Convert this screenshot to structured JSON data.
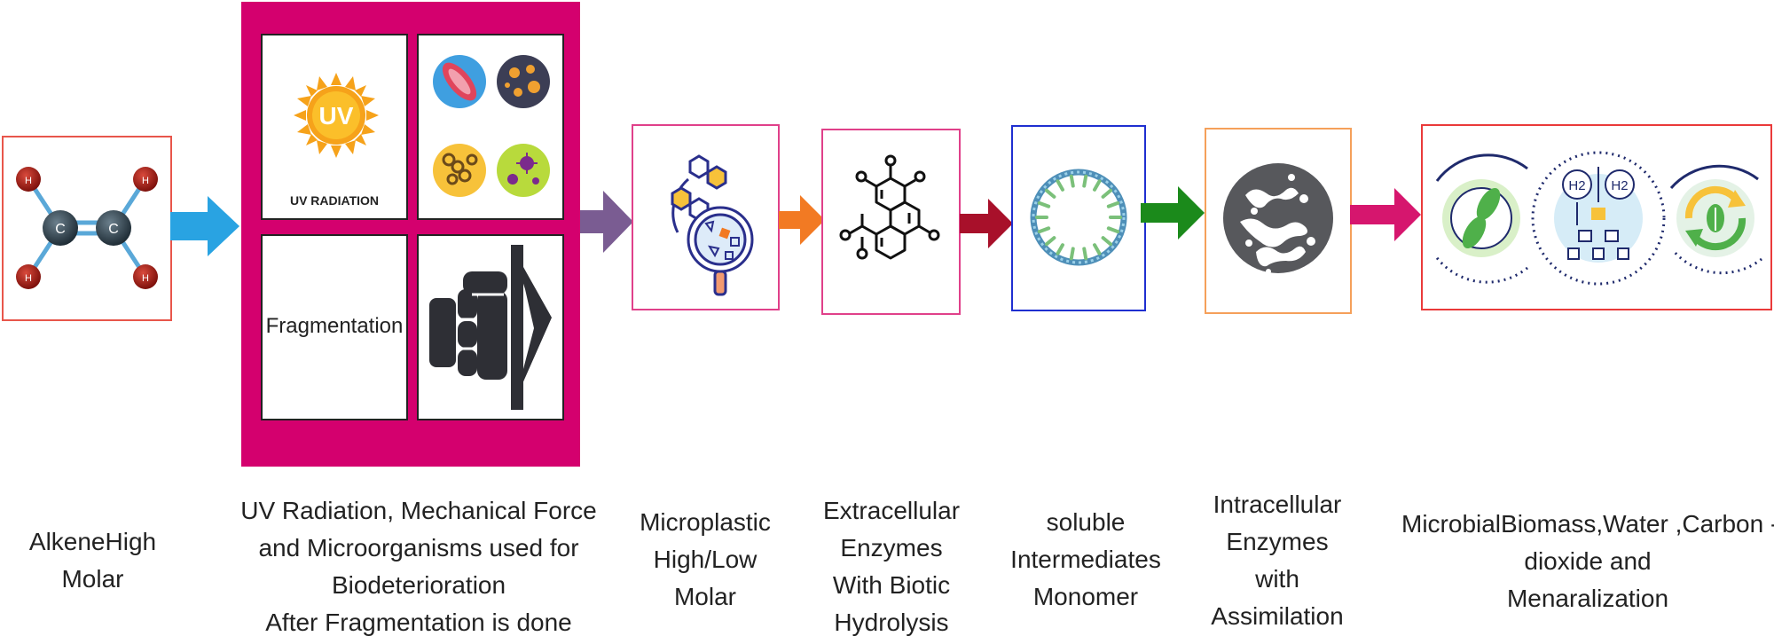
{
  "colors": {
    "magenta": "#D4006E",
    "salmon": "#E8564B",
    "pink": "#E0408A",
    "blue_frame": "#1F2FD0",
    "orange_frame": "#F5A05A",
    "red_frame": "#EA3A3A"
  },
  "steps": [
    {
      "id": "alkene",
      "icon": "ethylene-molecule-icon",
      "atom_labels": [
        "C",
        "C",
        "H",
        "H",
        "H",
        "H"
      ],
      "lines": [
        "AlkeneHigh",
        "Molar"
      ]
    },
    {
      "id": "biodeterioration",
      "cells": {
        "uv": {
          "icon": "uv-sun-icon",
          "sun_text": "UV",
          "caption": "UV RADIATION"
        },
        "microbes": {
          "icon": "microorganisms-icon"
        },
        "fragmentation": {
          "text": "Fragmentation"
        },
        "force": {
          "icon": "mechanical-force-fist-icon"
        }
      },
      "lines": [
        "UV Radiation, Mechanical Force",
        "and Microorganisms used for",
        "Biodeterioration",
        "After Fragmentation is done"
      ]
    },
    {
      "id": "microplastic",
      "icon": "microplastic-magnifier-icon",
      "lines": [
        "Microplastic",
        "High/Low",
        "Molar"
      ]
    },
    {
      "id": "extracellular",
      "icon": "chemical-structure-icon",
      "lines": [
        "Extracellular",
        "Enzymes",
        "With Biotic",
        "Hydrolysis"
      ]
    },
    {
      "id": "soluble",
      "icon": "micelle-ring-icon",
      "lines": [
        "soluble",
        "Intermediates",
        "Monomer"
      ]
    },
    {
      "id": "intracellular",
      "icon": "enzyme-network-icon",
      "lines": [
        "Intracellular",
        "Enzymes",
        "with",
        "Assimilation"
      ]
    },
    {
      "id": "final",
      "icons": [
        "microbial-biomass-icon",
        "hydrogen-flow-icon",
        "recycle-leaf-icon"
      ],
      "h2_text": "H2",
      "lines": [
        "MicrobialBiomass,Water ,Carbon -",
        "dioxide and",
        "Menaralization"
      ]
    }
  ],
  "arrows": [
    {
      "name": "arrow-1",
      "color": "#29A3E2"
    },
    {
      "name": "arrow-2",
      "color": "#7A5C92"
    },
    {
      "name": "arrow-3",
      "color": "#F27A23"
    },
    {
      "name": "arrow-4",
      "color": "#A8102A"
    },
    {
      "name": "arrow-5",
      "color": "#1B8A1B"
    },
    {
      "name": "arrow-6",
      "color": "#D6166E"
    }
  ]
}
